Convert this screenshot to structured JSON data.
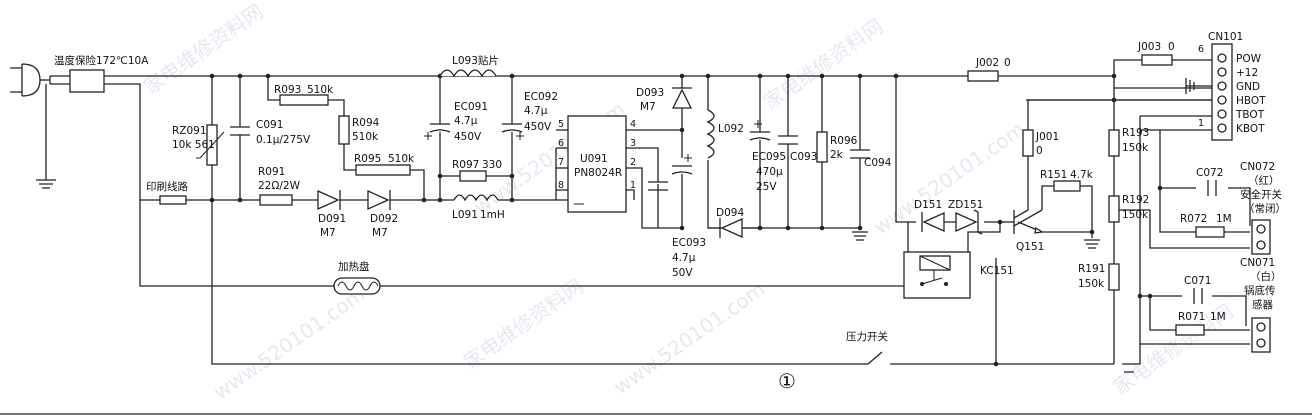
{
  "watermarks": {
    "w1": "家电维修资料网",
    "w2": "家电维修资料网",
    "w3": "家电维修资料网",
    "w4": "家电维修资料网",
    "w5": "www.520101.com",
    "w6": "www.520101.com",
    "w7": "www.520101.com",
    "w8": "www.520101.com"
  },
  "labels": {
    "fuse": "温度保险172℃10A",
    "pcb_trace": "印刷线路",
    "heater": "加热盘",
    "pressure_switch": "压力开关",
    "figure_number": "①"
  },
  "components": {
    "rz091": {
      "ref": "RZ091",
      "value": "10k 561"
    },
    "c091": {
      "ref": "C091",
      "value": "0.1μ/275V"
    },
    "r093": {
      "ref": "R093",
      "value": "510k"
    },
    "r094": {
      "ref": "R094",
      "value": "510k"
    },
    "r095": {
      "ref": "R095",
      "value": "510k"
    },
    "r091": {
      "ref": "R091",
      "value": "22Ω/2W"
    },
    "d091": {
      "ref": "D091",
      "value": "M7"
    },
    "d092": {
      "ref": "D092",
      "value": "M7"
    },
    "l093": {
      "ref": "L093贴片"
    },
    "ec091": {
      "ref": "EC091",
      "value1": "4.7μ",
      "value2": "450V"
    },
    "ec092": {
      "ref": "EC092",
      "value1": "4.7μ",
      "value2": "450V"
    },
    "r097": {
      "ref": "R097",
      "value": "330"
    },
    "l091": {
      "ref": "L091",
      "value": "1mH"
    },
    "u091": {
      "ref": "U091",
      "part": "PN8024R",
      "pins": [
        "5",
        "6",
        "7",
        "8",
        "4",
        "3",
        "2",
        "1"
      ]
    },
    "d093": {
      "ref": "D093",
      "value": "M7"
    },
    "l092": {
      "ref": "L092"
    },
    "d094": {
      "ref": "D094"
    },
    "ec093": {
      "ref": "EC093",
      "value1": "4.7μ",
      "value2": "50V"
    },
    "ec095": {
      "ref": "EC095",
      "value1": "470μ",
      "value2": "25V"
    },
    "c093": {
      "ref": "C093"
    },
    "r096": {
      "ref": "R096",
      "value": "2k"
    },
    "c094": {
      "ref": "C094"
    },
    "j002": {
      "ref": "J002",
      "value": "0"
    },
    "j003": {
      "ref": "J003",
      "value": "0"
    },
    "j001": {
      "ref": "J001",
      "value": "0"
    },
    "r151": {
      "ref": "R151",
      "value": "4.7k"
    },
    "d151": {
      "ref": "D151"
    },
    "zd151": {
      "ref": "ZD151"
    },
    "q151": {
      "ref": "Q151"
    },
    "kc151": {
      "ref": "KC151"
    },
    "r193": {
      "ref": "R193",
      "value": "150k"
    },
    "r192": {
      "ref": "R192",
      "value": "150k"
    },
    "r191": {
      "ref": "R191",
      "value": "150k"
    },
    "c072": {
      "ref": "C072"
    },
    "r072": {
      "ref": "R072",
      "value": "1M"
    },
    "c071": {
      "ref": "C071"
    },
    "r071": {
      "ref": "R071",
      "value": "1M"
    }
  },
  "connector": {
    "ref": "CN101",
    "pin6": "6",
    "pin1": "1",
    "pins": [
      "POW",
      "+12",
      "GND",
      "HBOT",
      "TBOT",
      "KBOT"
    ]
  },
  "cn072": {
    "ref": "CN072",
    "color": "（红）",
    "name": "安全开关",
    "state": "（常闭）"
  },
  "cn071": {
    "ref": "CN071",
    "color": "（白）",
    "name1": "锅底传",
    "name2": "感器"
  }
}
